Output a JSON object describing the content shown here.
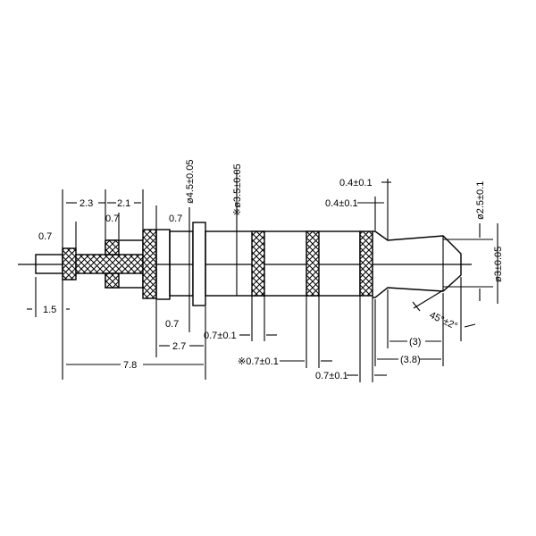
{
  "drawing": {
    "title": "3.5mm 4-pole audio plug dimension drawing",
    "dims": {
      "d_2_3": "2.3",
      "d_2_1": "2.1",
      "d_0_7_a": "0.7",
      "d_0_7_b": "0.7",
      "d_0_7_c": "0.7",
      "d_1_5": "1.5",
      "d_0_7_d": "0.7",
      "d_2_7": "2.7",
      "d_7_8": "7.8",
      "dia_4_5": "ø4.5±0.05",
      "dia_3_5": "※ø3.5±0.05",
      "ring1": "0.7±0.1",
      "ring2": "※0.7±0.1",
      "ring3": "0.7±0.1",
      "gap1": "0.4±0.1",
      "gap2": "0.4±0.1",
      "dia_2_5": "ø2.5±0.1",
      "dia_3": "ø3±0.05",
      "angle": "45°±2°",
      "tip_3": "(3)",
      "tip_3_8": "(3.8)"
    }
  }
}
